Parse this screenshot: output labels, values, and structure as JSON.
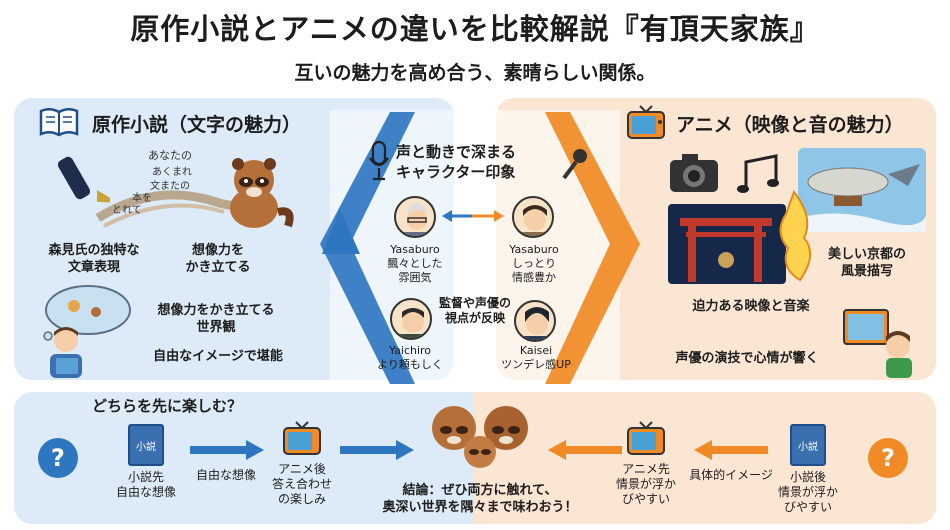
{
  "title": "原作小説とアニメの違いを比較解説『有頂天家族』",
  "subtitle": "互いの魅力を高め合う、素晴らしい関係。",
  "novel": {
    "header": "原作小説（文字の魅力）",
    "handwriting": [
      "あなたの",
      "あくまれ",
      "文またの",
      "本を",
      "とれて"
    ],
    "label1": "森見氏の独特な\n文章表現",
    "label2": "想像力を\nかき立てる",
    "label3": "想像力をかき立てる\n世界観",
    "label4": "自由なイメージで堪能"
  },
  "anime": {
    "header": "アニメ（映像と音の魅力）",
    "label1": "美しい京都の\n風景描写",
    "label2": "迫力ある映像と音楽",
    "label3": "声優の演技で心情が響く"
  },
  "center": {
    "header": "声と動きで深まる\nキャラクター印象",
    "chars": [
      {
        "name": "Yasaburo",
        "desc": "飄々とした\n雰囲気"
      },
      {
        "name": "Yasaburo",
        "desc": "しっとり\n情感豊か"
      },
      {
        "name": "Yaichiro",
        "desc": "より頼もしく"
      },
      {
        "name": "Kaisei",
        "desc": "ツンデレ感UP"
      }
    ],
    "director_note": "監督や声優の\n視点が反映"
  },
  "order": {
    "question": "どちらを先に楽しむ？",
    "novel_first": "小説先\n自由な想像",
    "arrow1": "自由な想像",
    "anime_after": "アニメ後\n答え合わせ\nの楽しみ",
    "anime_first": "アニメ先\n情景が浮か\nびやすい",
    "arrow2": "具体的イメージ",
    "novel_after": "小説後\n情景が浮か\nびやすい",
    "conclusion": "結論：ぜひ両方に触れて、\n奥深い世界を隅々まで味わおう！",
    "book_label": "小説",
    "qmark": "?"
  },
  "colors": {
    "blue": "#2f76c1",
    "orange": "#f08a24",
    "blue_bg": "#dcebf7",
    "orange_bg": "#fbe6d3"
  }
}
